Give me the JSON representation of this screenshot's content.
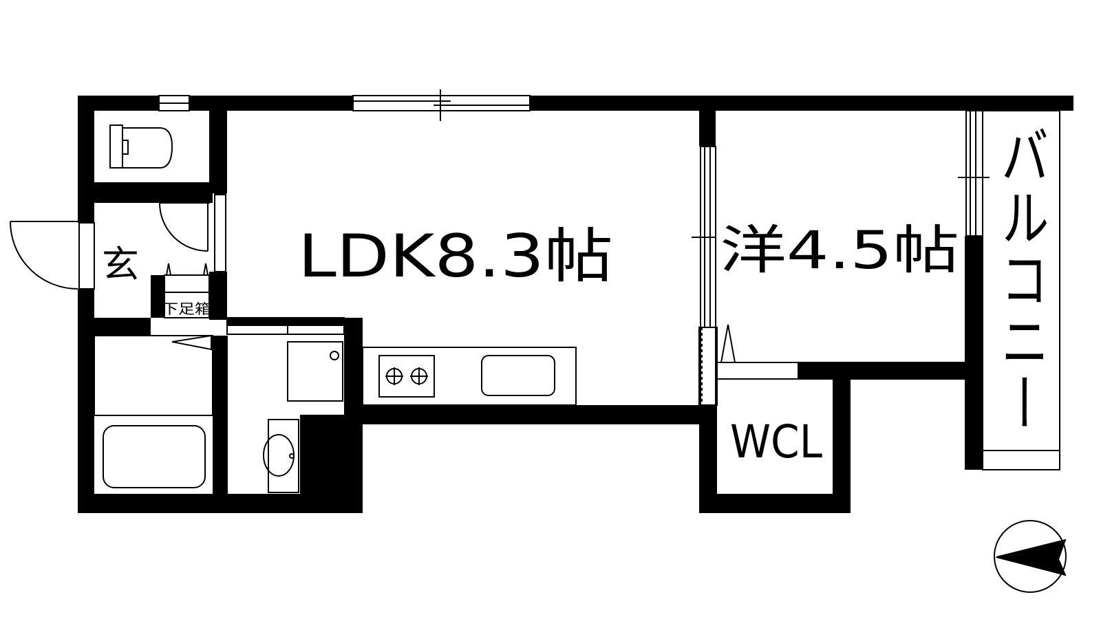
{
  "rooms": {
    "ldk": "LDK8.3帖",
    "western": "洋4.5帖",
    "entrance": "玄",
    "shoe_box": "下足箱",
    "closet": "WCL",
    "balcony": "バルコニー"
  },
  "colors": {
    "wall": "#000000",
    "line": "#000000",
    "background": "#ffffff"
  },
  "icons": [
    "compass-icon",
    "gas-stove-icon",
    "sink-icon",
    "toilet-icon",
    "bathtub-icon",
    "washbasin-icon",
    "door-swing-icon"
  ]
}
